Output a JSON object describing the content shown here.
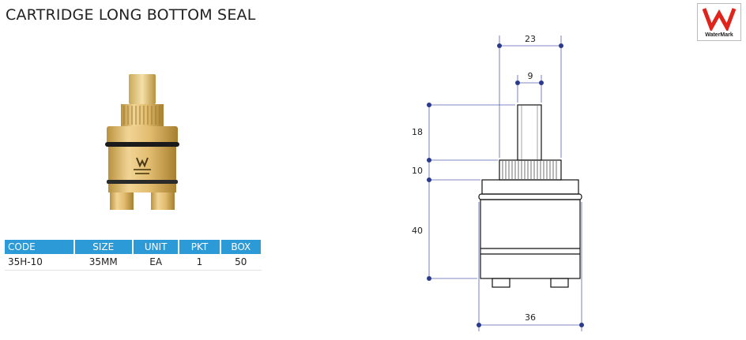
{
  "title": "CARTRIDGE LONG BOTTOM SEAL",
  "logo": {
    "text": "WaterMark",
    "icon": "watermark-logo"
  },
  "product_image": {
    "icon": "cartridge-photo"
  },
  "table": {
    "headers": [
      "CODE",
      "SIZE",
      "UNIT",
      "PKT",
      "BOX"
    ],
    "rows": [
      [
        "35H-10",
        "35MM",
        "EA",
        "1",
        "50"
      ]
    ]
  },
  "drawing": {
    "dimensions": {
      "top_width": "23",
      "stem_width": "9",
      "stem_height": "18",
      "spline_height": "10",
      "body_height": "40",
      "bottom_width": "36"
    }
  },
  "colors": {
    "header_blue": "#2d9ad8",
    "dimension_line": "#5a5fb0",
    "dimension_dot": "#2a3a8c",
    "logo_red": "#e0241b"
  }
}
